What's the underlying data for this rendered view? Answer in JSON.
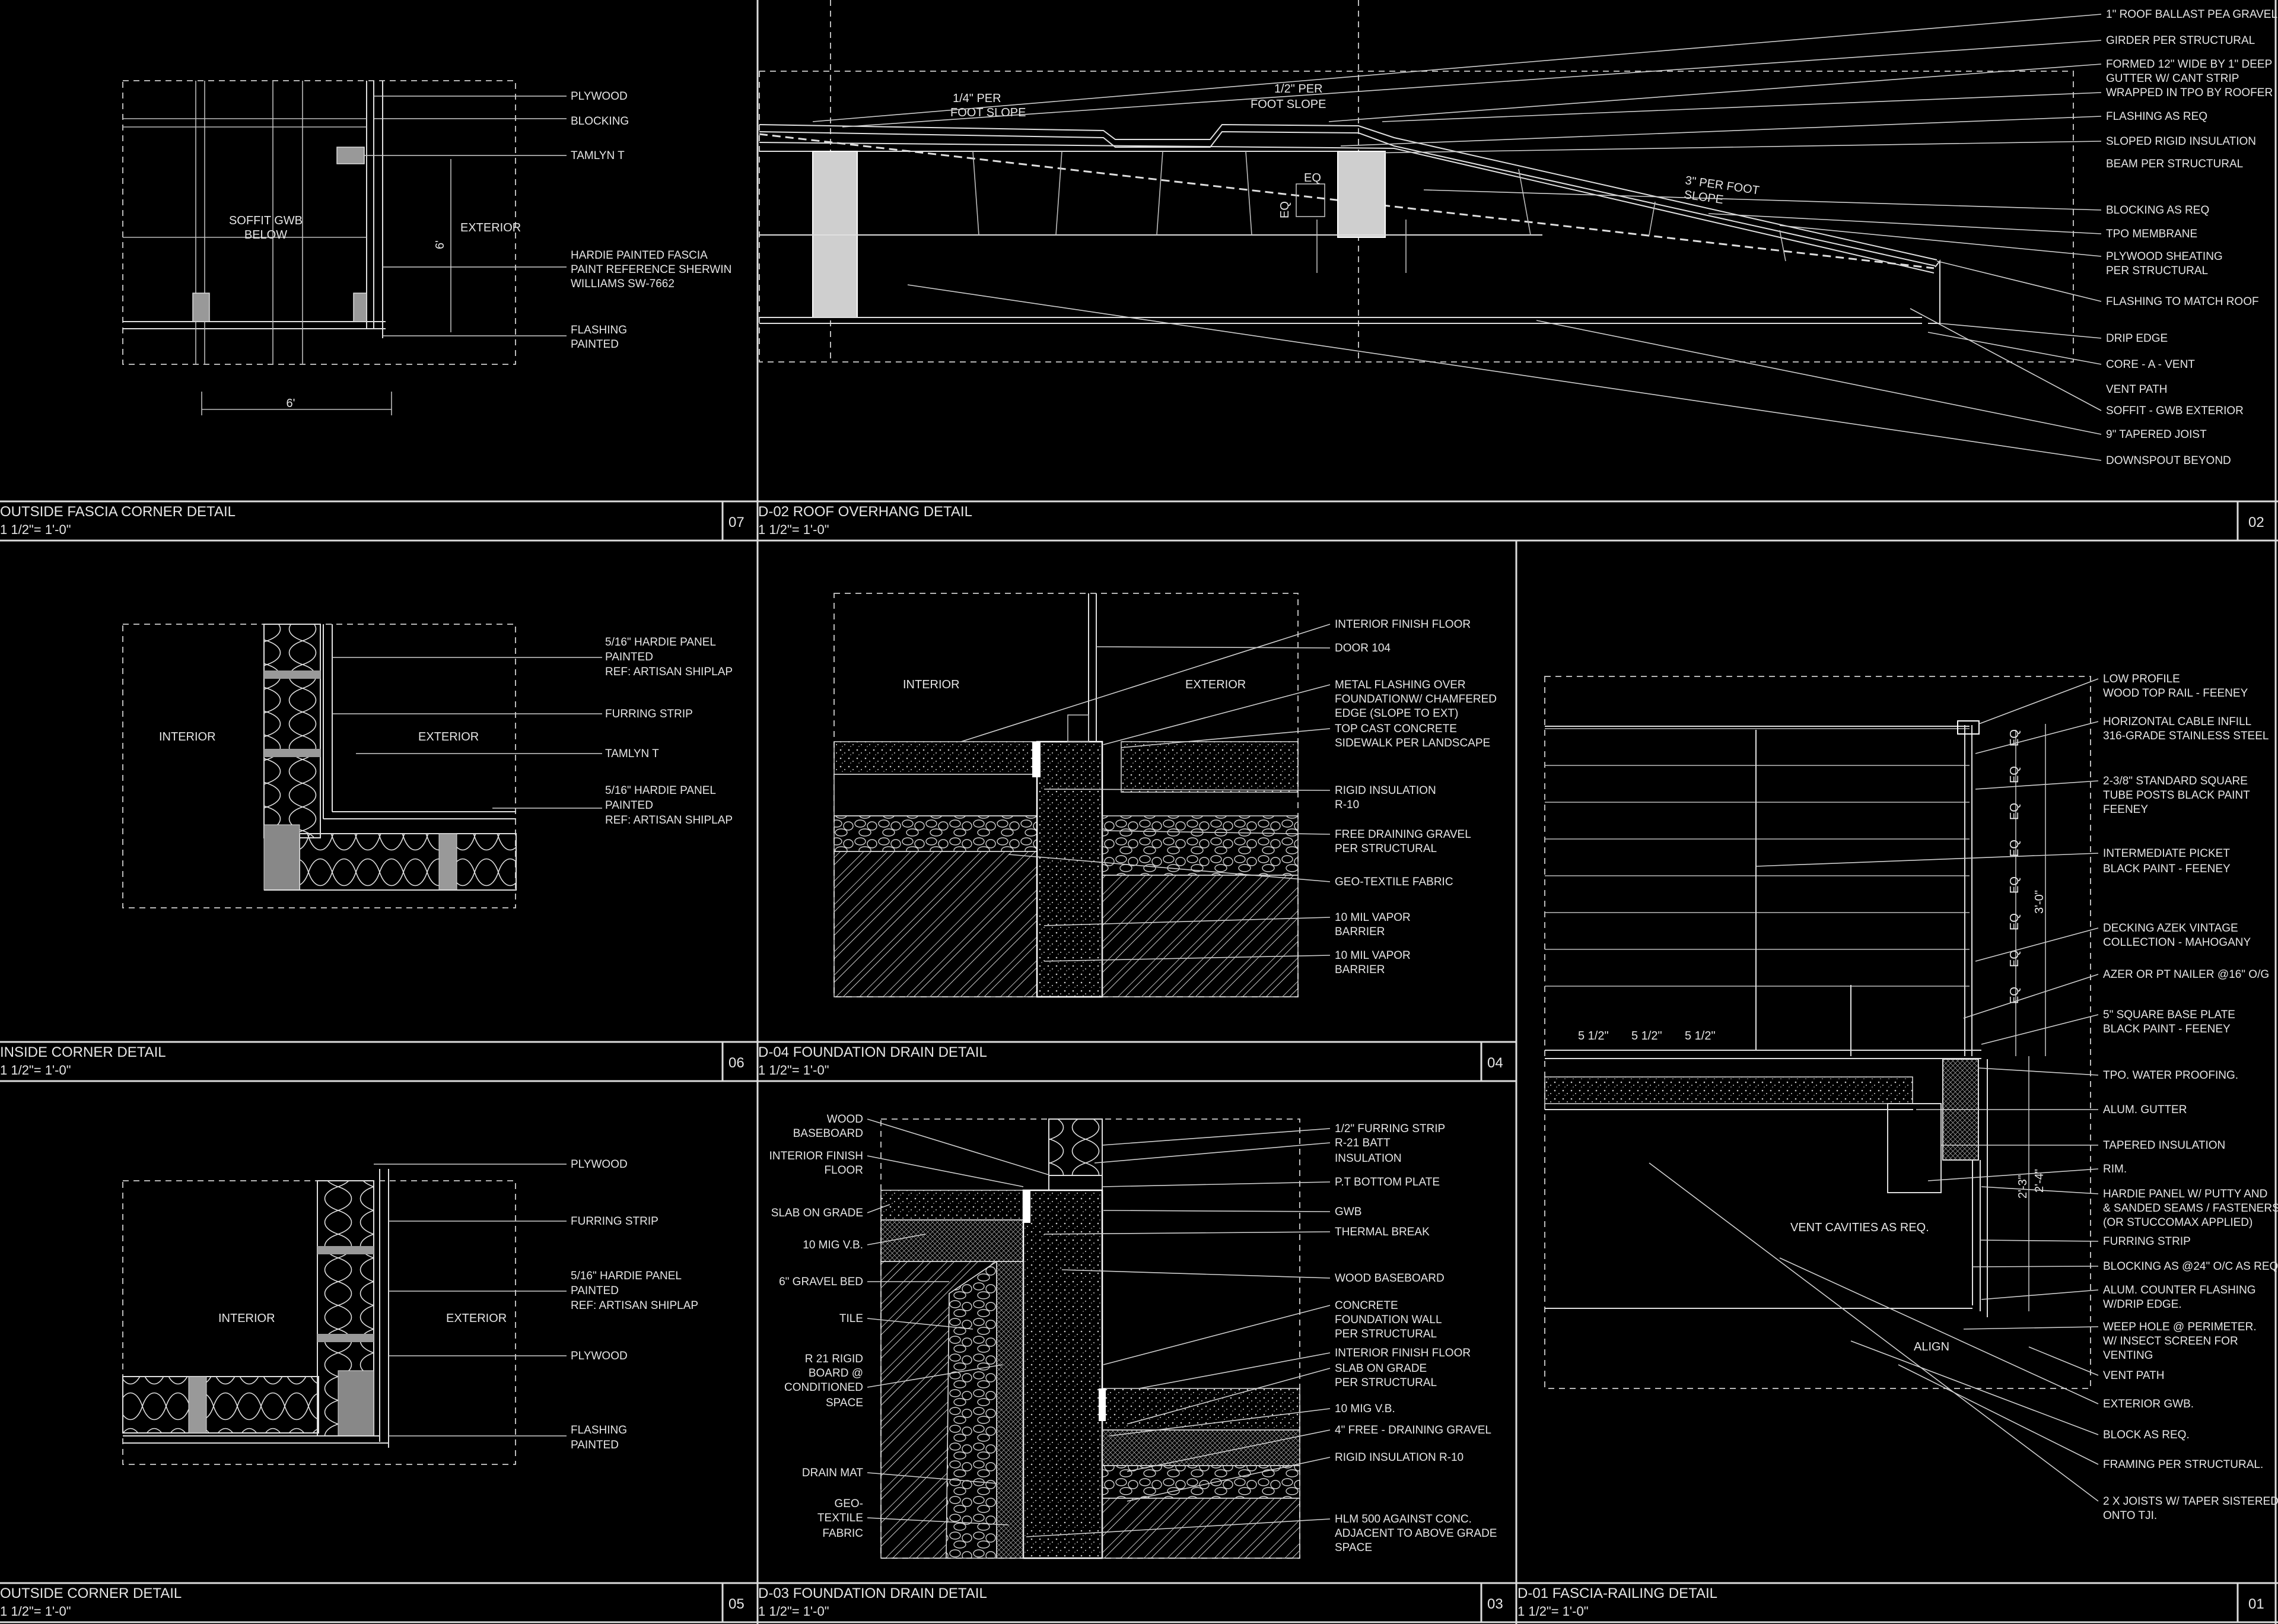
{
  "panels": {
    "p07": {
      "title": "OUTSIDE FASCIA CORNER DETAIL",
      "scale": "1 1/2\"=    1'-0\"",
      "number": "07",
      "labels": [
        "SOFFIT GWB",
        "BELOW",
        "EXTERIOR",
        "6'",
        "6'"
      ],
      "notes": [
        "PLYWOOD",
        "BLOCKING",
        "TAMLYN T",
        "HARDIE PAINTED FASCIA",
        "PAINT REFERENCE SHERWIN",
        "WILLIAMS SW-7662",
        "FLASHING",
        "PAINTED"
      ]
    },
    "p02": {
      "title": "D-02 ROOF OVERHANG DETAIL",
      "scale": "1 1/2\"=    1'-0\"",
      "number": "02",
      "labels": [
        "1/4\" PER",
        "FOOT SLOPE",
        "1/2\" PER",
        "FOOT SLOPE",
        "3\" PER FOOT",
        "SLOPE",
        "EQ",
        "EQ"
      ],
      "notes": [
        "1\" ROOF BALLAST PEA GRAVEL",
        "GIRDER PER STRUCTURAL",
        "FORMED 12\" WIDE BY 1\" DEEP",
        "GUTTER W/ CANT STRIP",
        "WRAPPED IN TPO BY ROOFER",
        "FLASHING AS REQ",
        "SLOPED RIGID INSULATION",
        "BEAM PER STRUCTURAL",
        "BLOCKING AS REQ",
        "TPO MEMBRANE",
        "PLYWOOD SHEATING",
        "PER STRUCTURAL",
        "FLASHING TO MATCH ROOF",
        "DRIP EDGE",
        "CORE - A - VENT",
        "VENT PATH",
        "SOFFIT - GWB EXTERIOR",
        "9\" TAPERED JOIST",
        "DOWNSPOUT BEYOND"
      ]
    },
    "p06": {
      "title": "INSIDE CORNER DETAIL",
      "scale": "1 1/2\"=    1'-0\"",
      "number": "06",
      "labels": [
        "INTERIOR",
        "EXTERIOR"
      ],
      "notes": [
        "5/16\" HARDIE PANEL",
        "PAINTED",
        "REF: ARTISAN SHIPLAP",
        "FURRING STRIP",
        "TAMLYN T",
        "5/16\" HARDIE PANEL",
        "PAINTED",
        "REF: ARTISAN SHIPLAP"
      ]
    },
    "p04": {
      "title": "D-04 FOUNDATION DRAIN DETAIL",
      "scale": "1 1/2\"=    1'-0\"",
      "number": "04",
      "labels": [
        "INTERIOR",
        "EXTERIOR"
      ],
      "notes": [
        "INTERIOR FINISH FLOOR",
        "DOOR 104",
        "METAL FLASHING OVER",
        "FOUNDATIONW/ CHAMFERED",
        "EDGE (SLOPE TO EXT)",
        "TOP CAST CONCRETE",
        "SIDEWALK PER LANDSCAPE",
        "RIGID INSULATION",
        "R-10",
        "FREE DRAINING GRAVEL",
        "PER STRUCTURAL",
        "GEO-TEXTILE FABRIC",
        "10 MIL VAPOR",
        "BARRIER",
        "10 MIL VAPOR",
        "BARRIER"
      ]
    },
    "p05": {
      "title": "OUTSIDE CORNER DETAIL",
      "scale": "1 1/2\"=    1'-0\"",
      "number": "05",
      "labels": [
        "INTERIOR",
        "EXTERIOR"
      ],
      "notes": [
        "PLYWOOD",
        "FURRING STRIP",
        "5/16\" HARDIE PANEL",
        "PAINTED",
        "REF: ARTISAN SHIPLAP",
        "PLYWOOD",
        "FLASHING",
        "PAINTED"
      ]
    },
    "p03": {
      "title": "D-03 FOUNDATION DRAIN DETAIL",
      "scale": "1 1/2\"=    1'-0\"",
      "number": "03",
      "left_notes": [
        "WOOD",
        "BASEBOARD",
        "INTERIOR FINISH",
        "FLOOR",
        "SLAB ON GRADE",
        "10 MIG V.B.",
        "6\"  GRAVEL BED",
        "TILE",
        "R 21 RIGID",
        "BOARD @",
        "CONDITIONED",
        "SPACE",
        "DRAIN MAT",
        "GEO-",
        "TEXTILE",
        "FABRIC"
      ],
      "notes": [
        "1/2\" FURRING STRIP",
        "R-21 BATT",
        "INSULATION",
        "P.T BOTTOM PLATE",
        "GWB",
        "THERMAL BREAK",
        "WOOD BASEBOARD",
        "CONCRETE",
        "FOUNDATION WALL",
        "PER STRUCTURAL",
        "INTERIOR FINISH FLOOR",
        "SLAB ON GRADE",
        "PER STRUCTURAL",
        "10 MIG V.B.",
        "4\" FREE - DRAINING GRAVEL",
        "RIGID  INSULATION R-10",
        "HLM 500 AGAINST CONC.",
        "ADJACENT TO ABOVE GRADE",
        "SPACE"
      ]
    },
    "p01": {
      "title": "D-01 FASCIA-RAILING DETAIL",
      "scale": "1 1/2\"=    1'-0\"",
      "number": "01",
      "labels": [
        "VENT CAVITIES AS REQ.",
        "ALIGN",
        "5 1/2\"",
        "5 1/2\"",
        "5 1/2\"",
        "3'-0\"",
        "2'-4\"",
        "2'-3\"",
        "EQ",
        "EQ",
        "EQ",
        "EQ",
        "EQ",
        "EQ",
        "EQ",
        "EQ"
      ],
      "notes": [
        "LOW PROFILE",
        "WOOD TOP RAIL - FEENEY",
        "HORIZONTAL CABLE INFILL",
        "316-GRADE STAINLESS STEEL",
        "2-3/8\" STANDARD SQUARE",
        "TUBE POSTS BLACK PAINT",
        "FEENEY",
        "INTERMEDIATE PICKET",
        "BLACK PAINT - FEENEY",
        "DECKING AZEK VINTAGE",
        "COLLECTION - MAHOGANY",
        "AZER OR PT NAILER @16\" O/G",
        "5\" SQUARE BASE PLATE",
        "BLACK PAINT - FEENEY",
        "TPO. WATER PROOFING.",
        "ALUM. GUTTER",
        "TAPERED INSULATION",
        "RIM.",
        "HARDIE PANEL W/ PUTTY AND",
        "& SANDED SEAMS / FASTENERS",
        "(OR STUCCOMAX APPLIED)",
        "FURRING STRIP",
        "BLOCKING AS @24\" O/C AS REQ.",
        "ALUM. COUNTER FLASHING",
        "W/DRIP EDGE.",
        "WEEP HOLE @ PERIMETER.",
        "W/ INSECT SCREEN FOR",
        "VENTING",
        "VENT PATH",
        "EXTERIOR GWB.",
        "BLOCK AS REQ.",
        "FRAMING PER STRUCTURAL.",
        "2 X JOISTS W/ TAPER SISTERED",
        "ONTO TJI."
      ]
    }
  }
}
